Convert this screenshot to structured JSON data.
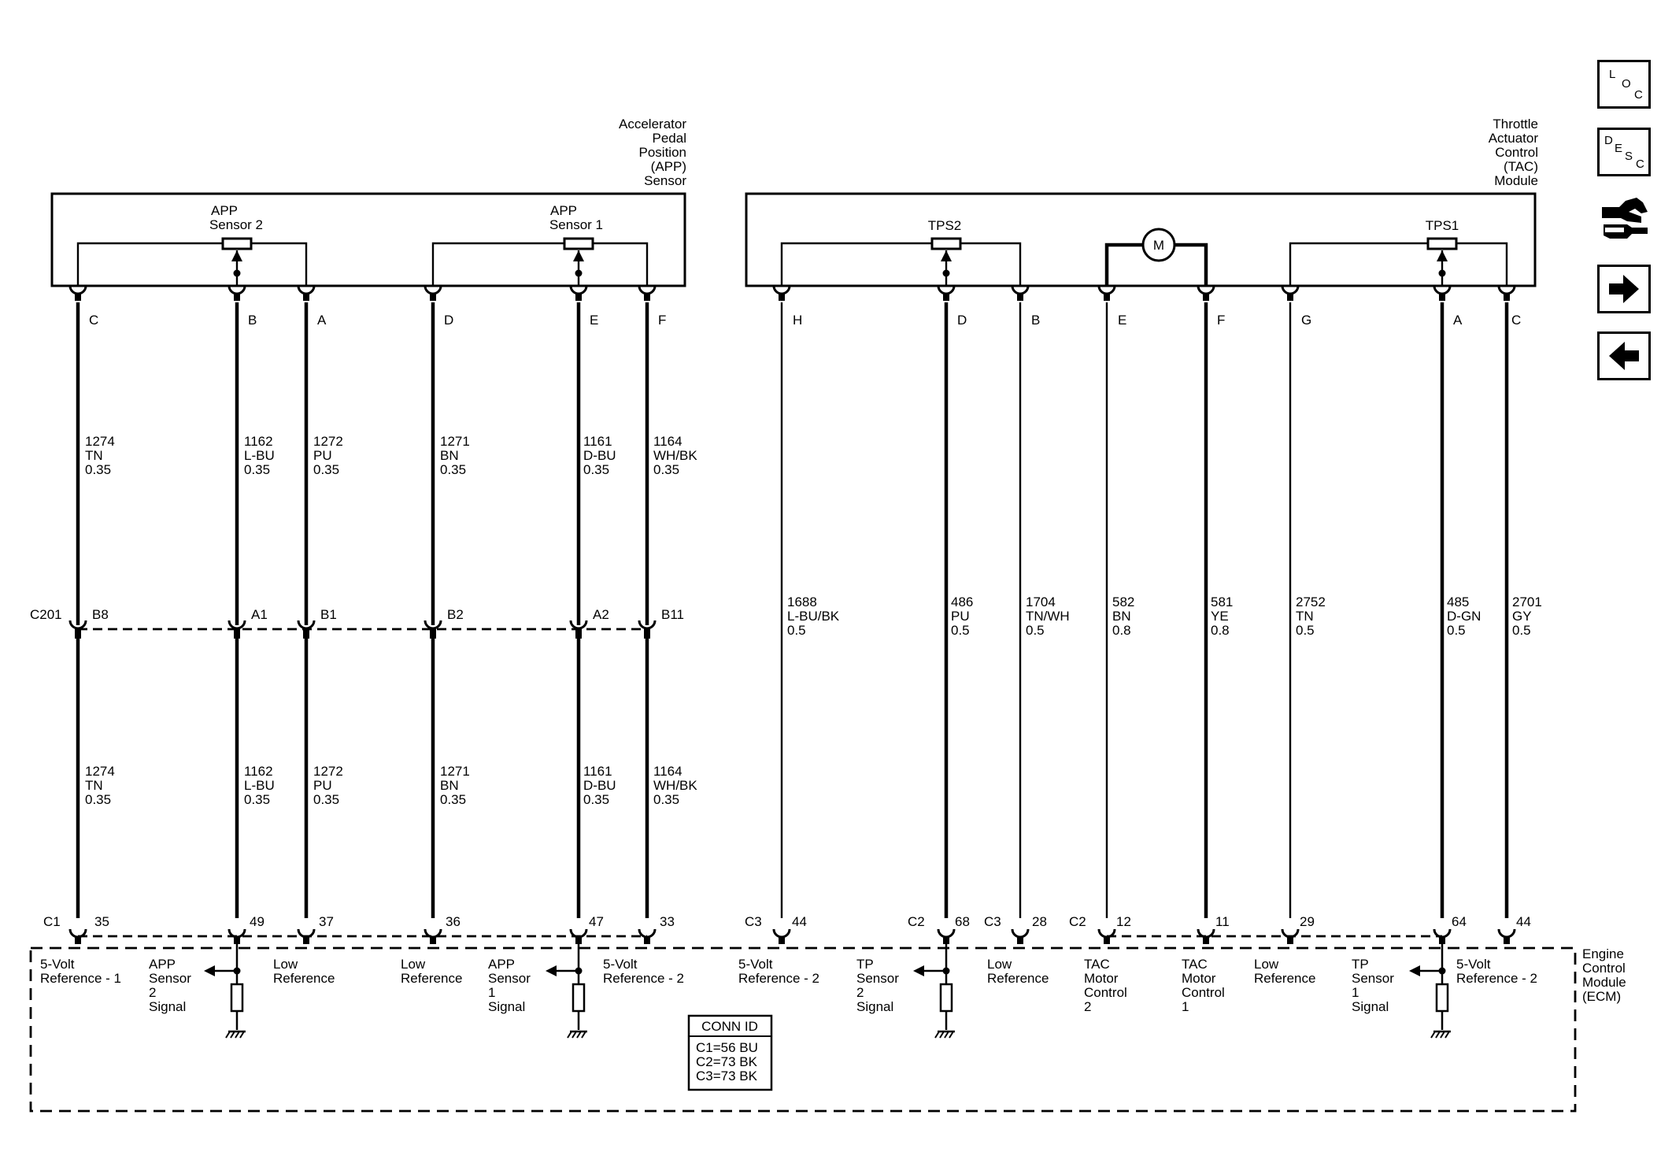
{
  "modules": {
    "app": [
      "Accelerator",
      "Pedal",
      "Position",
      "(APP)",
      "Sensor"
    ],
    "tac": [
      "Throttle",
      "Actuator",
      "Control",
      "(TAC)",
      "Module"
    ],
    "ecm": [
      "Engine",
      "Control",
      "Module",
      "(ECM)"
    ]
  },
  "sensors": {
    "app2": [
      "APP",
      "Sensor 2"
    ],
    "app1": [
      "APP",
      "Sensor 1"
    ],
    "tps2": "TPS2",
    "tps1": "TPS1",
    "motor": "M"
  },
  "pins": {
    "app": [
      "C",
      "B",
      "A",
      "D",
      "E",
      "F"
    ],
    "tac": [
      "H",
      "D",
      "B",
      "E",
      "F",
      "G",
      "A",
      "C"
    ]
  },
  "wires_upper": [
    [
      "1274",
      "TN",
      "0.35"
    ],
    [
      "1162",
      "L-BU",
      "0.35"
    ],
    [
      "1272",
      "PU",
      "0.35"
    ],
    [
      "1271",
      "BN",
      "0.35"
    ],
    [
      "1161",
      "D-BU",
      "0.35"
    ],
    [
      "1164",
      "WH/BK",
      "0.35"
    ]
  ],
  "wires_lower": [
    [
      "1274",
      "TN",
      "0.35"
    ],
    [
      "1162",
      "L-BU",
      "0.35"
    ],
    [
      "1272",
      "PU",
      "0.35"
    ],
    [
      "1271",
      "BN",
      "0.35"
    ],
    [
      "1161",
      "D-BU",
      "0.35"
    ],
    [
      "1164",
      "WH/BK",
      "0.35"
    ]
  ],
  "wires_tac": [
    [
      "1688",
      "L-BU/BK",
      "0.5"
    ],
    [
      "486",
      "PU",
      "0.5"
    ],
    [
      "1704",
      "TN/WH",
      "0.5"
    ],
    [
      "582",
      "BN",
      "0.8"
    ],
    [
      "581",
      "YE",
      "0.8"
    ],
    [
      "2752",
      "TN",
      "0.5"
    ],
    [
      "485",
      "D-GN",
      "0.5"
    ],
    [
      "2701",
      "GY",
      "0.5"
    ]
  ],
  "c201": {
    "label": "C201",
    "pins": [
      "B8",
      "A1",
      "B1",
      "B2",
      "A2",
      "B11"
    ]
  },
  "ecm_connectors": {
    "c1": "C1",
    "c2a": "C2",
    "c3a": "C3",
    "c3b": "C3",
    "c2b": "C2"
  },
  "ecm_pins": {
    "app": [
      "35",
      "49",
      "37",
      "36",
      "47",
      "33"
    ],
    "tac": [
      "44",
      "68",
      "28",
      "12",
      "11",
      "29",
      "64",
      "44"
    ]
  },
  "ecm_circuits": [
    [
      "5-Volt",
      "Reference - 1"
    ],
    [
      "APP",
      "Sensor",
      "2",
      "Signal"
    ],
    [
      "Low",
      "Reference"
    ],
    [
      "Low",
      "Reference"
    ],
    [
      "APP",
      "Sensor",
      "1",
      "Signal"
    ],
    [
      "5-Volt",
      "Reference - 2"
    ],
    [
      "5-Volt",
      "Reference - 2"
    ],
    [
      "TP",
      "Sensor",
      "2",
      "Signal"
    ],
    [
      "Low",
      "Reference"
    ],
    [
      "TAC",
      "Motor",
      "Control",
      "2"
    ],
    [
      "TAC",
      "Motor",
      "Control",
      "1"
    ],
    [
      "Low",
      "Reference"
    ],
    [
      "TP",
      "Sensor",
      "1",
      "Signal"
    ],
    [
      "5-Volt",
      "Reference - 2"
    ]
  ],
  "conn_id": {
    "title": "CONN ID",
    "lines": [
      "C1=56 BU",
      "C2=73 BK",
      "C3=73 BK"
    ]
  },
  "nav": {
    "loc": [
      "L",
      "O",
      "C"
    ],
    "desc": [
      "D",
      "E",
      "S",
      "C"
    ],
    "tools_icon": "wrench-hands-icon",
    "next_icon": "arrow-right-icon",
    "prev_icon": "arrow-left-icon"
  }
}
